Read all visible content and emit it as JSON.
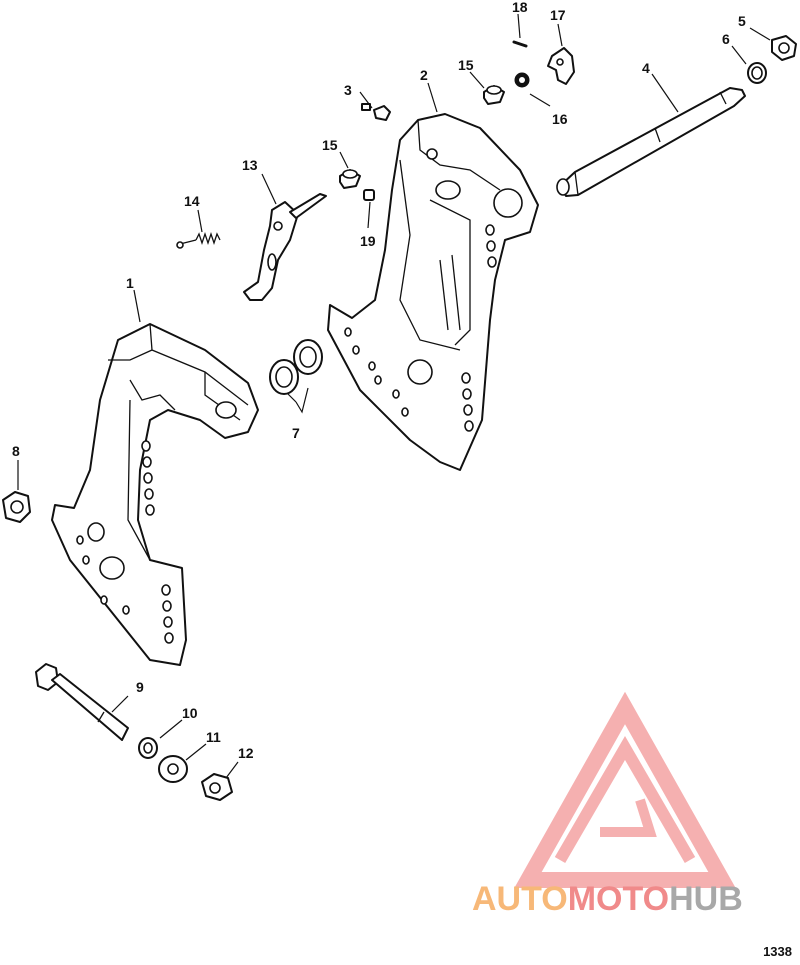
{
  "figure_number": "1338",
  "callouts": {
    "c1": "1",
    "c2": "2",
    "c3": "3",
    "c4": "4",
    "c5": "5",
    "c6": "6",
    "c7": "7",
    "c8": "8",
    "c9": "9",
    "c10": "10",
    "c11": "11",
    "c12": "12",
    "c13": "13",
    "c14": "14",
    "c15a": "15",
    "c15b": "15",
    "c16": "16",
    "c17": "17",
    "c18": "18",
    "c19": "19"
  },
  "watermark": {
    "part1": "AUTO",
    "part2": "MOTO",
    "part3": "HUB",
    "colors": {
      "auto": "#f7b878",
      "moto": "#f08a8a",
      "hub": "#a8a8a8",
      "logo": "#f4a3a3"
    }
  }
}
